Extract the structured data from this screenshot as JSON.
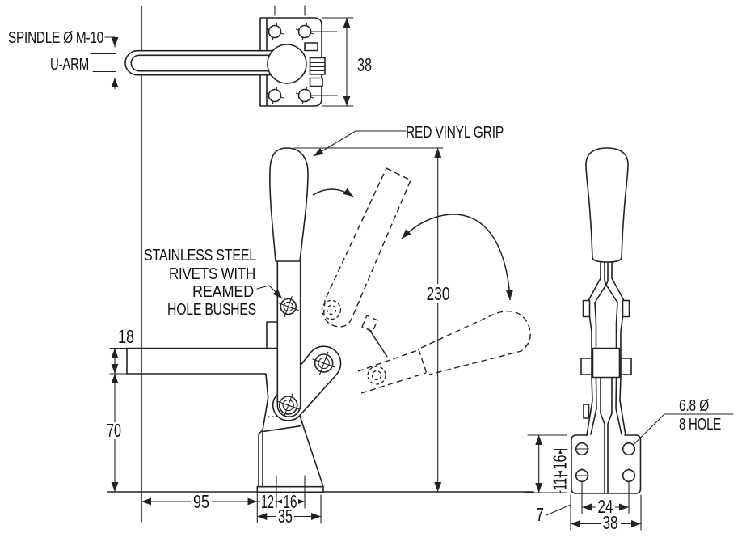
{
  "labels": {
    "spindle": "SPINDLE Ø M-10",
    "u_arm": "U-ARM",
    "grip": "RED VINYL GRIP",
    "rivets_note": [
      "STAINLESS STEEL",
      "RIVETS WITH",
      "REAMED",
      "HOLE BUSHES"
    ],
    "hole_dia": "6.8 Ø",
    "hole_count": "8 HOLE"
  },
  "dims": {
    "top_plate_height": "38",
    "handle_height": "230",
    "arm_thickness": "18",
    "base_to_arm": "70",
    "arm_reach": "95",
    "foot_left": "12",
    "foot_mid": "16",
    "foot_width": "35",
    "side_hole_pitch_v": "16",
    "side_hole_edge": "11",
    "side_hole_pitch_h": "24",
    "side_plate_width": "38",
    "side_plate_thickness": "7"
  },
  "colors": {
    "line": "#222222",
    "background": "#ffffff"
  }
}
